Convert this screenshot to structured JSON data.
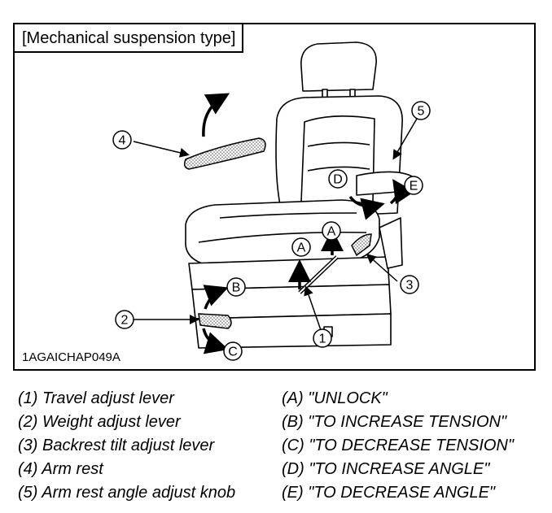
{
  "figure": {
    "title": "[Mechanical suspension type]",
    "image_code": "1AGAICHAP049A",
    "callouts": {
      "n1": "1",
      "n2": "2",
      "n3": "3",
      "n4": "4",
      "n5": "5",
      "a1": "A",
      "a2": "A",
      "b": "B",
      "c": "C",
      "d": "D",
      "e": "E"
    }
  },
  "legend": {
    "parts": [
      "(1) Travel adjust lever",
      "(2) Weight adjust lever",
      "(3) Backrest tilt adjust lever",
      "(4) Arm rest",
      "(5) Arm rest angle adjust knob"
    ],
    "actions": [
      "(A) \"UNLOCK\"",
      "(B) \"TO INCREASE TENSION\"",
      "(C) \"TO DECREASE TENSION\"",
      "(D) \"TO INCREASE ANGLE\"",
      "(E) \"TO DECREASE ANGLE\""
    ]
  }
}
